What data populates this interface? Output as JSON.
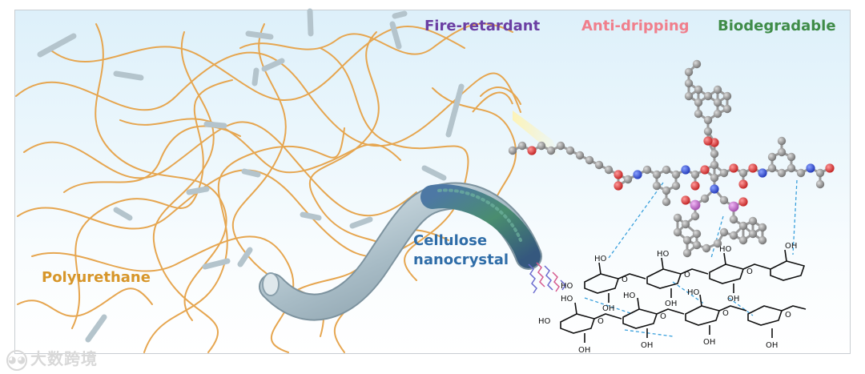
{
  "keywords": {
    "fire": "Fire-retardant",
    "drip": "Anti-dripping",
    "bio": "Biodegradable"
  },
  "labels": {
    "polyurethane": "Polyurethane",
    "cellulose_line1": "Cellulose",
    "cellulose_line2": "nanocrystal"
  },
  "hydroxyl": "HO",
  "hydroxyl_r": "OH",
  "ring_o": "O",
  "watermark": "大数跨境",
  "colors": {
    "fire": "#6b3fa3",
    "drip": "#f07f8c",
    "bio": "#3f8c48",
    "polyurethane": "#d7962a",
    "cellulose": "#2f6da8",
    "fiber": "#e9a94e",
    "rod": "#c3d3db",
    "carbon": "#8c8c8c",
    "oxygen": "#e03a3a",
    "nitrogen": "#2f4bd8",
    "phosphorus": "#c56bd0",
    "hbond": "#3aa0dc"
  }
}
